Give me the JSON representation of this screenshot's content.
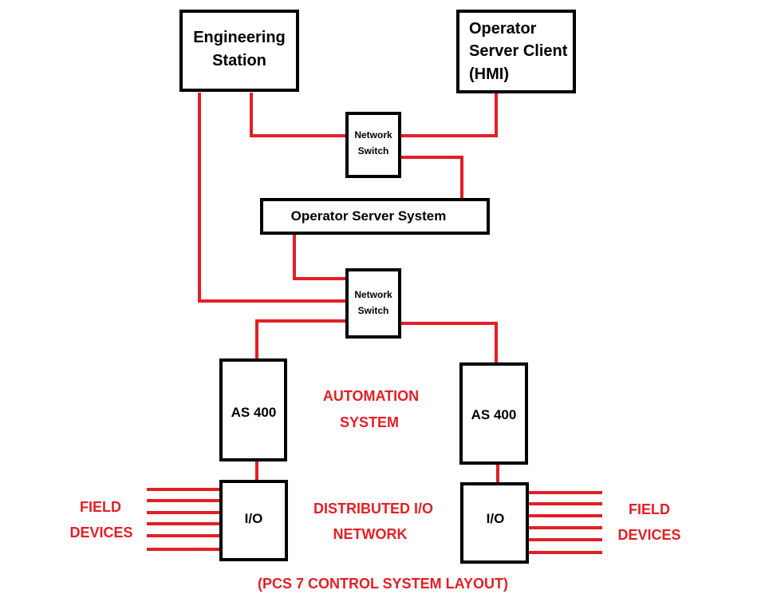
{
  "colors": {
    "wire": "#e21f26",
    "box_stroke": "#000000",
    "text": "#000000",
    "annotation": "#e21f26"
  },
  "nodes": {
    "engineering_station": [
      "Engineering",
      "Station"
    ],
    "operator_client": [
      "Operator",
      "Server Client",
      "(HMI)"
    ],
    "switch_top": [
      "Network",
      "Switch"
    ],
    "operator_server_system": "Operator Server System",
    "switch_mid": [
      "Network",
      "Switch"
    ],
    "as400_left": "AS 400",
    "as400_right": "AS 400",
    "io_left": "I/O",
    "io_right": "I/O"
  },
  "annotations": {
    "automation_system": [
      "AUTOMATION",
      "SYSTEM"
    ],
    "distributed_io": [
      "DISTRIBUTED I/O",
      "NETWORK"
    ],
    "field_devices_left": [
      "FIELD",
      "DEVICES"
    ],
    "field_devices_right": [
      "FIELD",
      "DEVICES"
    ],
    "caption": "(PCS 7 CONTROL SYSTEM LAYOUT)"
  }
}
